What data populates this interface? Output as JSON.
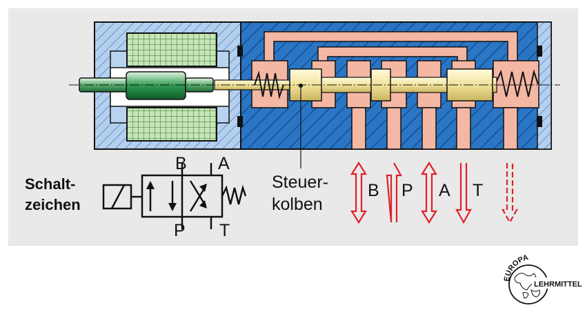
{
  "diagram": {
    "schaltzeichen_line1": "Schalt-",
    "schaltzeichen_line2": "zeichen",
    "steuerkolben_line1": "Steuer-",
    "steuerkolben_line2": "kolben",
    "port_b_top": "B",
    "port_a_top": "A",
    "port_p_bottom": "P",
    "port_t_bottom": "T",
    "flow_b": "B",
    "flow_p": "P",
    "flow_a": "A",
    "flow_t": "T"
  },
  "logo": {
    "arc_text": "EUROPA",
    "side_text": "LEHRMITTEL"
  },
  "colors": {
    "valve_body": "#1f6fbd",
    "solenoid_body": "#a9c8ea",
    "coil": "#bfe0b0",
    "armature": "#3aa35b",
    "piston": "#f3eaa3",
    "channel": "#f3b7a3",
    "arrow": "#e0202a"
  }
}
